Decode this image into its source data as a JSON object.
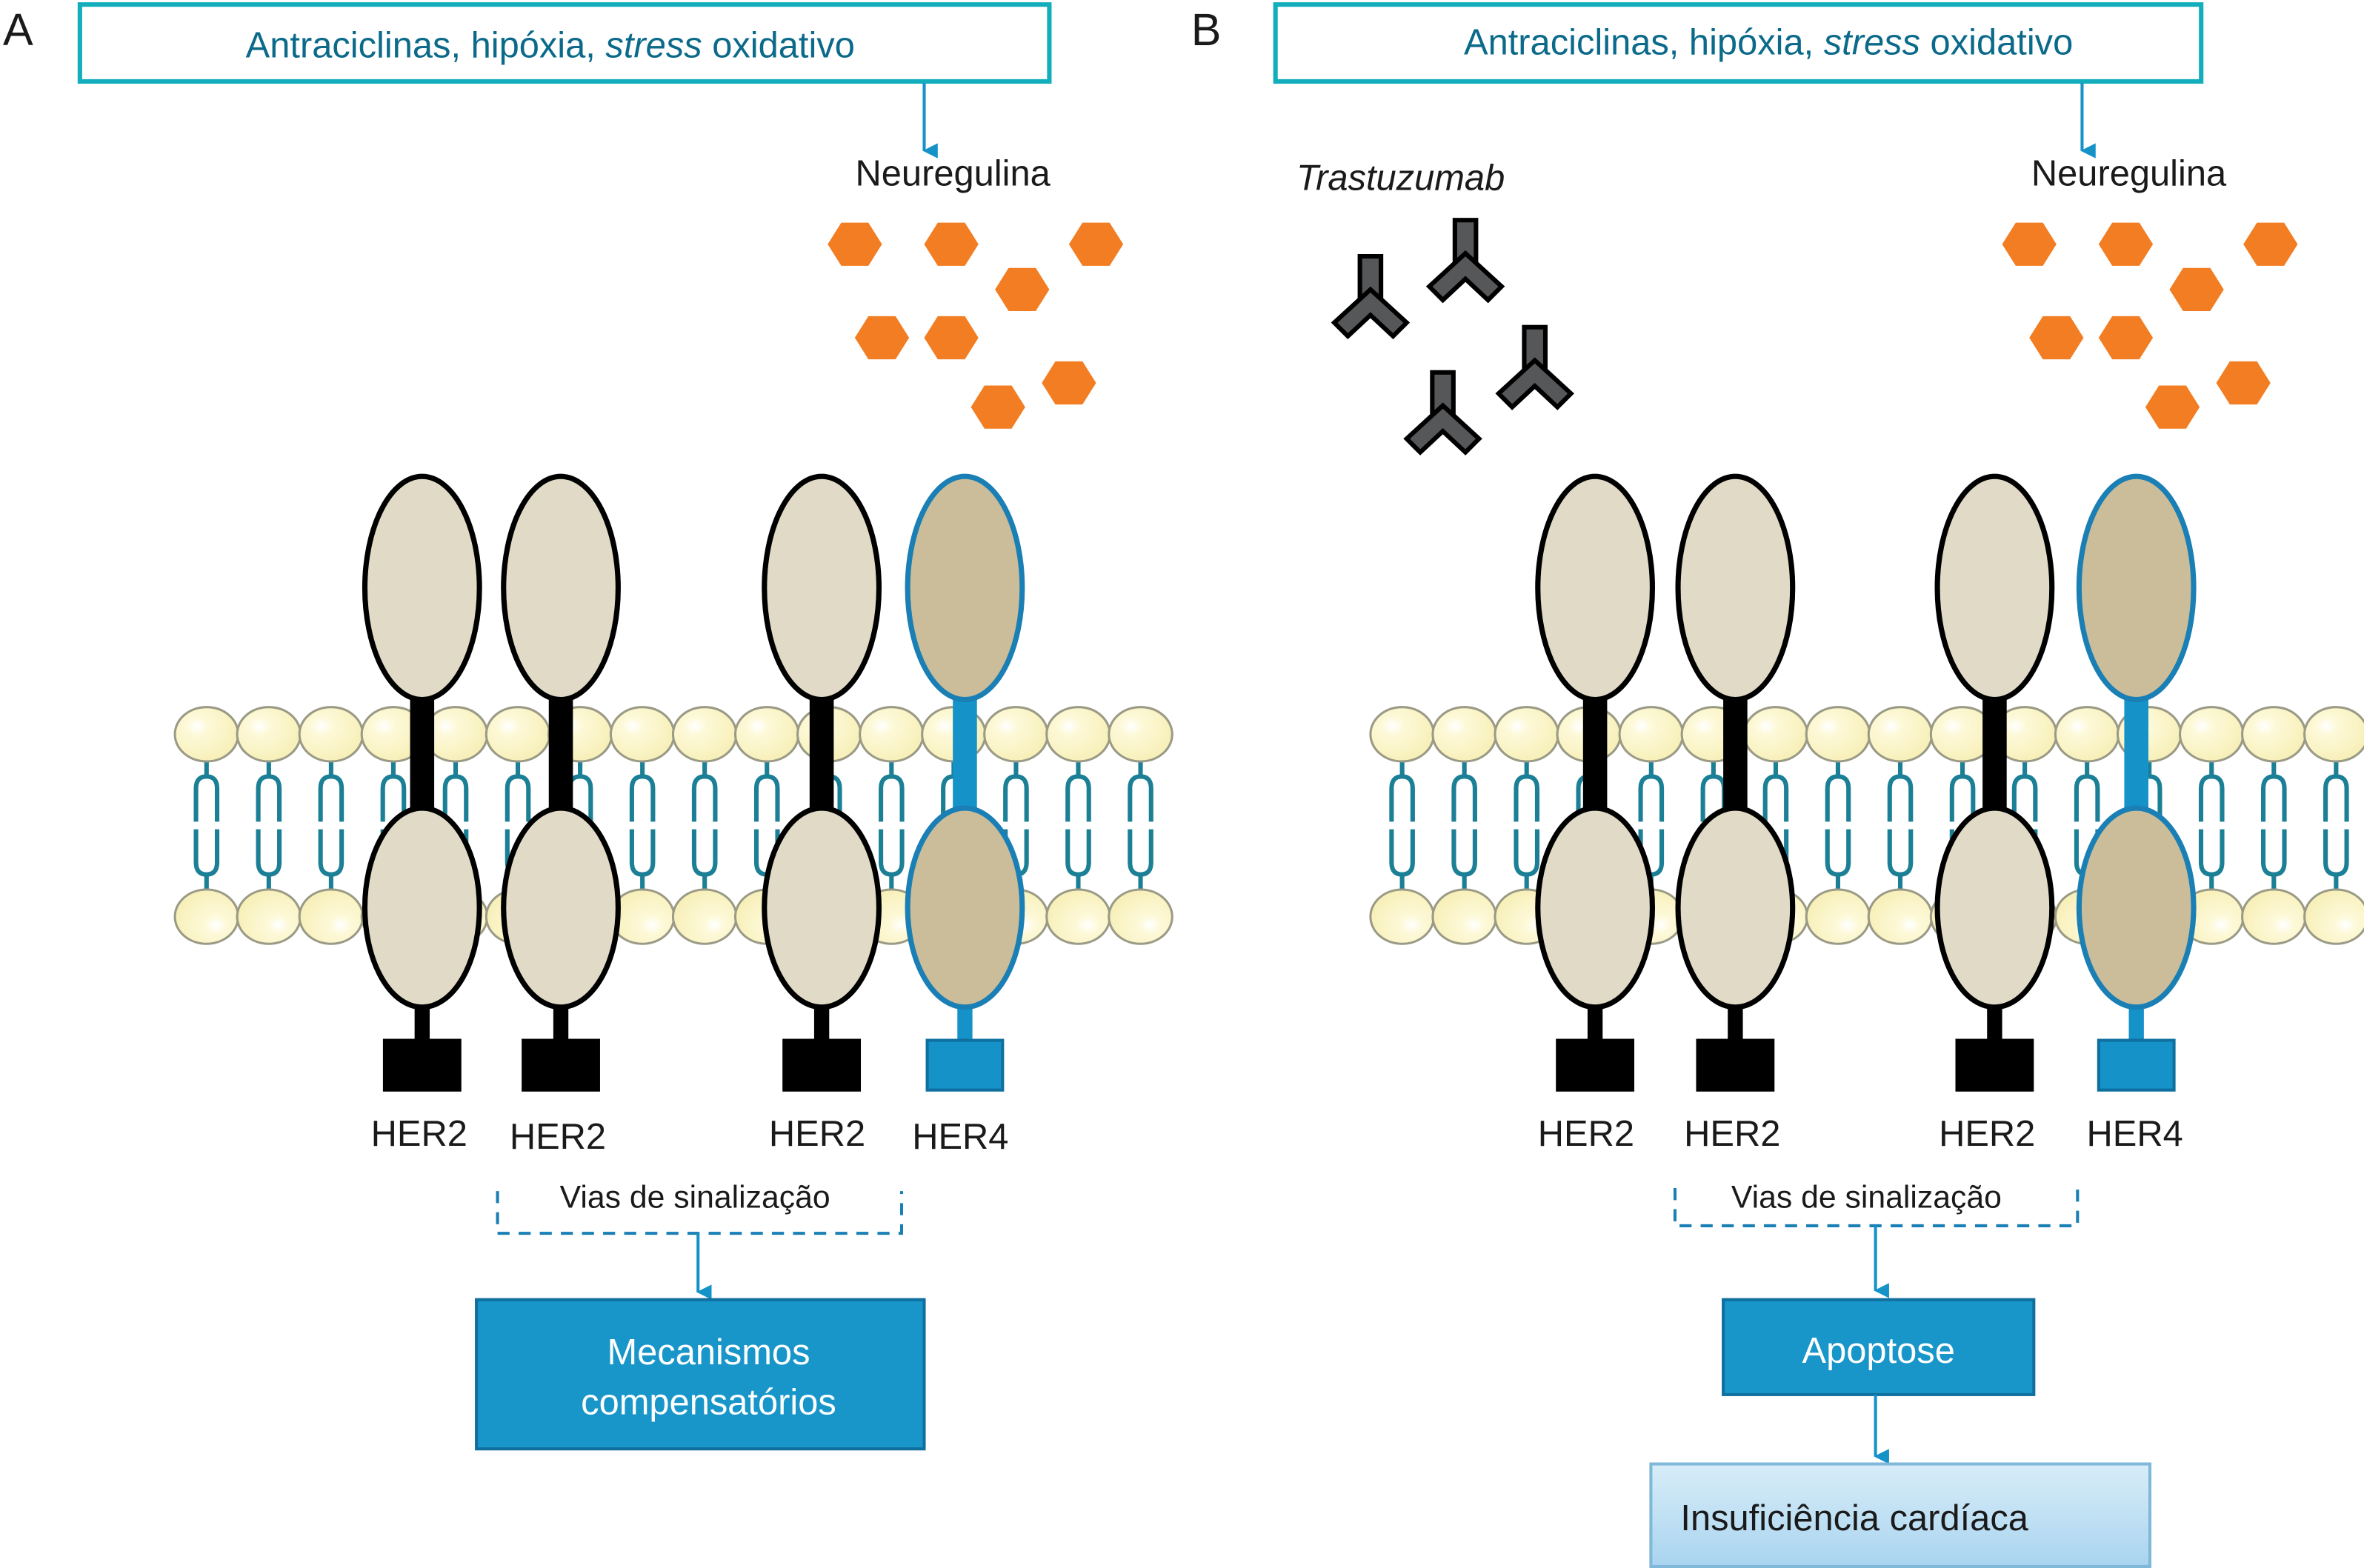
{
  "colors": {
    "teal_border": "#13aebc",
    "teal_text": "#0b6a8a",
    "arrow_blue": "#1592c8",
    "box_blue": "#1896c9",
    "box_blue_border": "#0f6f9e",
    "light_box_top": "#d8edf8",
    "light_box_bottom": "#a9d4f0",
    "light_box_border": "#7fb8d8",
    "neuregulin_orange": "#f27d22",
    "her2_fill": "#e1dac6",
    "her4_fill": "#cbbd99",
    "her2_stroke": "#000000",
    "her4_stroke": "#1a7fb5",
    "her4_kinase": "#1592c8",
    "lipid_head": "#fbf5c4",
    "lipid_head_stroke": "#9a9a86",
    "lipid_tail": "#1b7f96",
    "antibody_fill": "#555759"
  },
  "panels": [
    {
      "id": "A",
      "letter": "A",
      "trigger_box": {
        "text_regular_1": "Antraciclinas, hipóxia, ",
        "text_italic": "stress",
        "text_regular_2": " oxidativo"
      },
      "ligand_label": "Neuregulina",
      "receptors": [
        {
          "label": "HER2",
          "type": "her2"
        },
        {
          "label": "HER2",
          "type": "her2"
        },
        {
          "label": "HER2",
          "type": "her2"
        },
        {
          "label": "HER4",
          "type": "her4"
        }
      ],
      "pathway_label": "Vias de sinalização",
      "outcomes": [
        {
          "lines": [
            "Mecanismos",
            "compensatórios"
          ],
          "style": "dark"
        }
      ]
    },
    {
      "id": "B",
      "letter": "B",
      "trigger_box": {
        "text_regular_1": "Antraciclinas, hipóxia, ",
        "text_italic": "stress",
        "text_regular_2": " oxidativo"
      },
      "ligand_label": "Neuregulina",
      "drug_label": "Trastuzumab",
      "receptors": [
        {
          "label": "HER2",
          "type": "her2"
        },
        {
          "label": "HER2",
          "type": "her2"
        },
        {
          "label": "HER2",
          "type": "her2"
        },
        {
          "label": "HER4",
          "type": "her4"
        }
      ],
      "pathway_label": "Vias de sinalização",
      "outcomes": [
        {
          "lines": [
            "Apoptose"
          ],
          "style": "dark"
        },
        {
          "lines": [
            "Insuficiência cardíaca"
          ],
          "style": "light"
        }
      ]
    }
  ]
}
